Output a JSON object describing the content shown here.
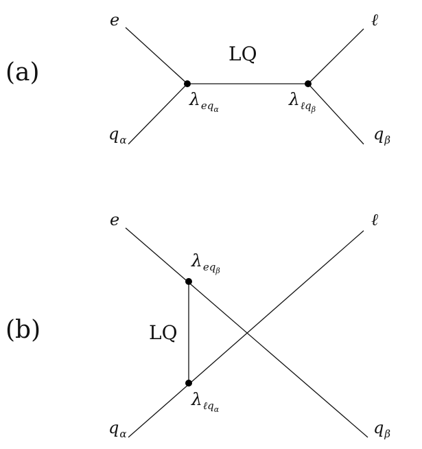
{
  "panel_a": {
    "label": "(a)",
    "particles": {
      "e": "e",
      "ell": "ℓ",
      "q_alpha": {
        "base": "q",
        "sub": "α"
      },
      "q_beta": {
        "base": "q",
        "sub": "β"
      }
    },
    "propagator": "LQ",
    "vertices": {
      "left": {
        "symbol": "λ",
        "sub": "eq",
        "subsub": "α"
      },
      "right": {
        "symbol": "λ",
        "sub": "ℓq",
        "subsub": "β"
      }
    }
  },
  "panel_b": {
    "label": "(b)",
    "particles": {
      "e": "e",
      "ell": "ℓ",
      "q_alpha": {
        "base": "q",
        "sub": "α"
      },
      "q_beta": {
        "base": "q",
        "sub": "β"
      }
    },
    "propagator": "LQ",
    "vertices": {
      "top": {
        "symbol": "λ",
        "sub": "eq",
        "subsub": "β"
      },
      "bottom": {
        "symbol": "λ",
        "sub": "ℓq",
        "subsub": "α"
      }
    }
  }
}
